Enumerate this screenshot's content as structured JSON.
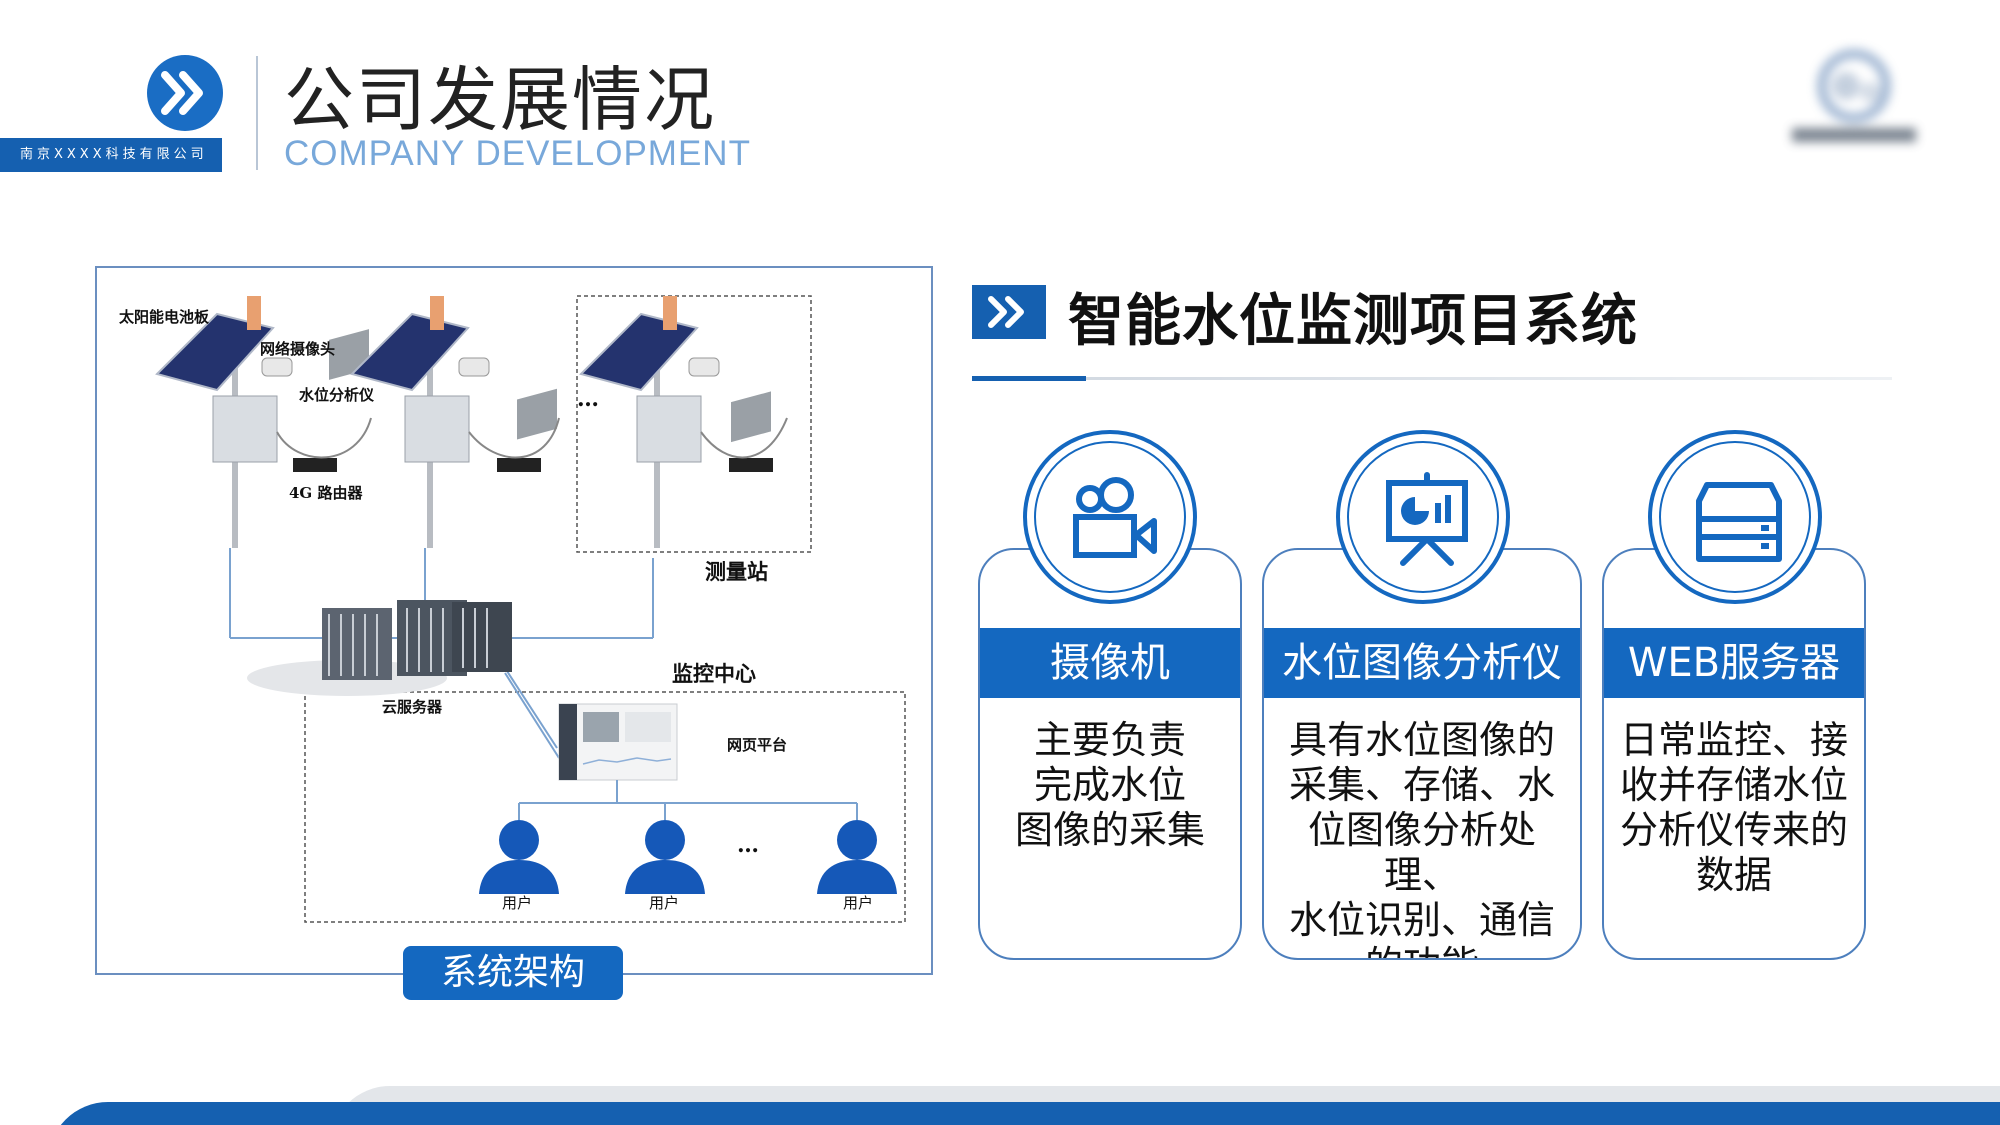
{
  "header": {
    "company_name": "南京XXXX科技有限公司",
    "title": "公司发展情况",
    "subtitle": "COMPANY DEVELOPMENT",
    "logo_icon": "double-chevron-right-icon",
    "brand_logo": "company-logo-blurred"
  },
  "architecture": {
    "labels": {
      "solar_panel": "太阳能电池板",
      "network_camera": "网络摄像头",
      "water_level_analyzer": "水位分析仪",
      "router": "4G 路由器",
      "station_ellipsis": "…",
      "measuring_station": "测量站",
      "monitoring_center": "监控中心",
      "cloud_server": "云服务器",
      "web_platform": "网页平台",
      "user_ellipsis": "…",
      "users": [
        "用户",
        "用户",
        "用户"
      ]
    },
    "caption": "系统架构"
  },
  "section": {
    "title": "智能水位监测项目系统",
    "icon": "double-chevron-right-icon"
  },
  "cards": [
    {
      "icon": "video-camera-icon",
      "title": "摄像机",
      "lines": [
        "主要负责",
        "完成水位",
        "图像的采集"
      ]
    },
    {
      "icon": "presentation-chart-icon",
      "title": "水位图像分析仪",
      "lines": [
        "具有水位图像的",
        "采集、存储、水",
        "位图像分析处理、",
        "水位识别、通信",
        "的功能"
      ]
    },
    {
      "icon": "server-icon",
      "title": "WEB服务器",
      "lines": [
        "日常监控、接",
        "收并存储水位",
        "分析仪传来的",
        "数据"
      ]
    }
  ],
  "colors": {
    "primary": "#1468c0",
    "subtitle": "#78a8da",
    "border": "#4d7fbd"
  }
}
